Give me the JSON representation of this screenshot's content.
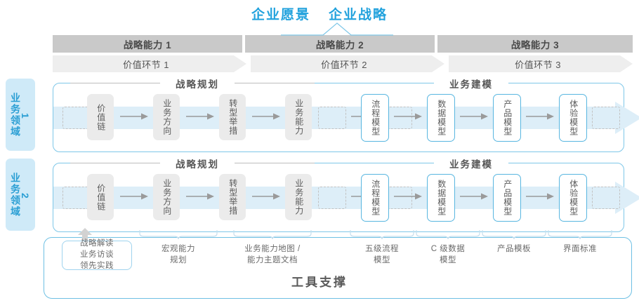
{
  "header": {
    "vision_title": "企业愿景",
    "strategy_title": "企业战略",
    "accent_color": "#22a2dd"
  },
  "capability_bar": {
    "items": [
      {
        "label": "战略能力 1"
      },
      {
        "label": "战略能力 2"
      },
      {
        "label": "战略能力 3"
      }
    ]
  },
  "value_link_bar": {
    "items": [
      {
        "label": "价值环节 1"
      },
      {
        "label": "价值环节 2"
      },
      {
        "label": "价值环节 3"
      }
    ]
  },
  "domains": [
    {
      "label": "业务领域",
      "number": "1"
    },
    {
      "label": "业务领域",
      "number": "2"
    }
  ],
  "phases": {
    "planning_label": "战略规划",
    "modeling_label": "业务建模"
  },
  "rows": [
    {
      "planning_steps": [
        {
          "label": "价值链"
        },
        {
          "label": "业务方向"
        },
        {
          "label": "转型举措"
        },
        {
          "label": "业务能力"
        }
      ],
      "modeling_steps": [
        {
          "label": "流程模型"
        },
        {
          "label": "数据模型"
        },
        {
          "label": "产品模型"
        },
        {
          "label": "体验模型"
        }
      ]
    },
    {
      "planning_steps": [
        {
          "label": "价值链"
        },
        {
          "label": "业务方向"
        },
        {
          "label": "转型举措"
        },
        {
          "label": "业务能力"
        }
      ],
      "modeling_steps": [
        {
          "label": "流程模型"
        },
        {
          "label": "数据模型"
        },
        {
          "label": "产品模型"
        },
        {
          "label": "体验模型"
        }
      ]
    }
  ],
  "tools": {
    "items": [
      {
        "label": "战略解读\n业务访谈\n领先实践"
      },
      {
        "label": "宏观能力\n规划"
      },
      {
        "label": "业务能力地图 /\n能力主题文档"
      },
      {
        "label": "五级流程\n模型"
      },
      {
        "label": "C 级数据\n模型"
      },
      {
        "label": "产品模板"
      },
      {
        "label": "界面标准"
      }
    ]
  },
  "footer": {
    "title": "工具支撑"
  }
}
